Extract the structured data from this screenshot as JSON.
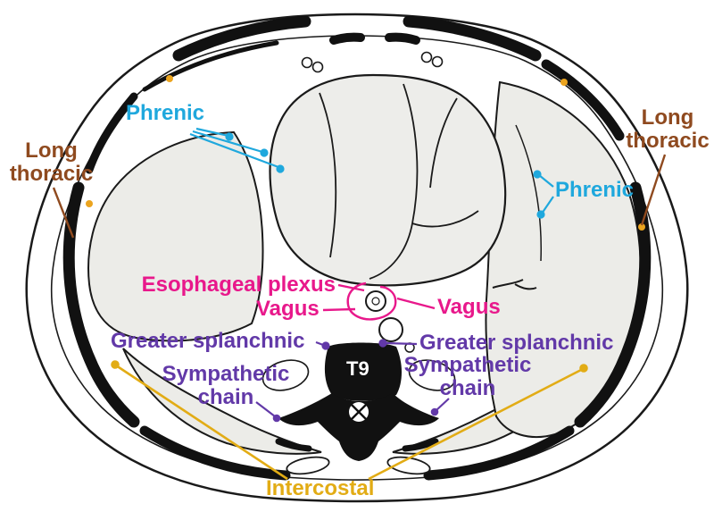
{
  "labels": {
    "phrenic_left": {
      "text": "Phrenic"
    },
    "phrenic_right": {
      "text": "Phrenic"
    },
    "long_thoracic_left": {
      "line1": "Long",
      "line2": "thoracic"
    },
    "long_thoracic_right": {
      "line1": "Long",
      "line2": "thoracic"
    },
    "esophageal_plexus": {
      "text": "Esophageal plexus"
    },
    "vagus_left": {
      "text": "Vagus"
    },
    "vagus_right": {
      "text": "Vagus"
    },
    "greater_splanchnic_left": {
      "text": "Greater splanchnic"
    },
    "greater_splanchnic_right": {
      "text": "Greater splanchnic"
    },
    "sympathetic_chain_left": {
      "line1": "Sympathetic",
      "line2": "chain"
    },
    "sympathetic_chain_right": {
      "line1": "Sympathetic",
      "line2": "chain"
    },
    "vertebra_level": {
      "text": "T9"
    },
    "intercostal": {
      "text": "Intercostal"
    }
  },
  "colors": {
    "phrenic": "#1FA8DD",
    "long_thoracic": "#8F4A1F",
    "vagus_esophageal_plexus": "#E8188B",
    "splanchnic_sympathetic": "#6239A8",
    "intercostal": "#E2AC15",
    "nerve_dot_orange": "#EBA41F",
    "vertebra_label_text": "#FFFFFF",
    "line_art": "#1A1A1A",
    "organ_fill": "#ECECE8"
  }
}
